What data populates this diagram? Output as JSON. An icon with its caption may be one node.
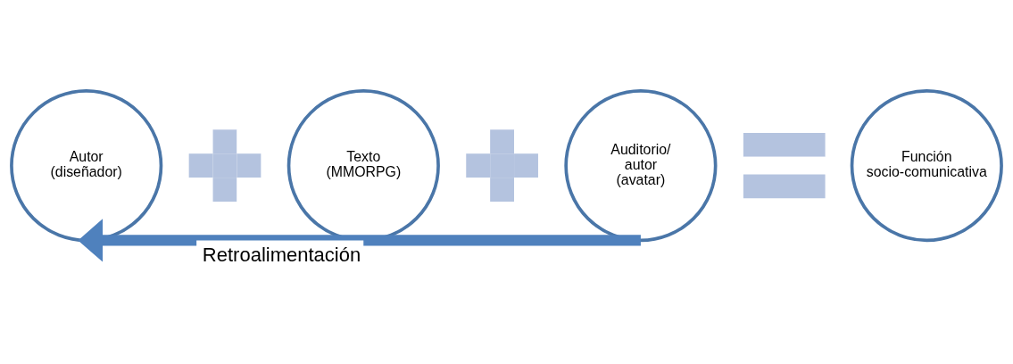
{
  "diagram": {
    "nodes": [
      {
        "text": [
          "Autor (diseñador)"
        ]
      },
      {
        "text": [],
        "shape": "plus"
      },
      {
        "text": [
          "Texto (MMORPG)"
        ]
      },
      {
        "text": [],
        "shape": "plus"
      },
      {
        "text": [
          "Auditorio/ autor (avatar)"
        ]
      },
      {
        "text": [],
        "shape": "equals"
      },
      {
        "text": [
          "Función socio-comunicativa"
        ]
      }
    ],
    "edges": [
      {
        "from": 4,
        "to": 0,
        "arrow": "to",
        "label": "Retroalimentación",
        "color": "#4f81bd"
      }
    ]
  }
}
